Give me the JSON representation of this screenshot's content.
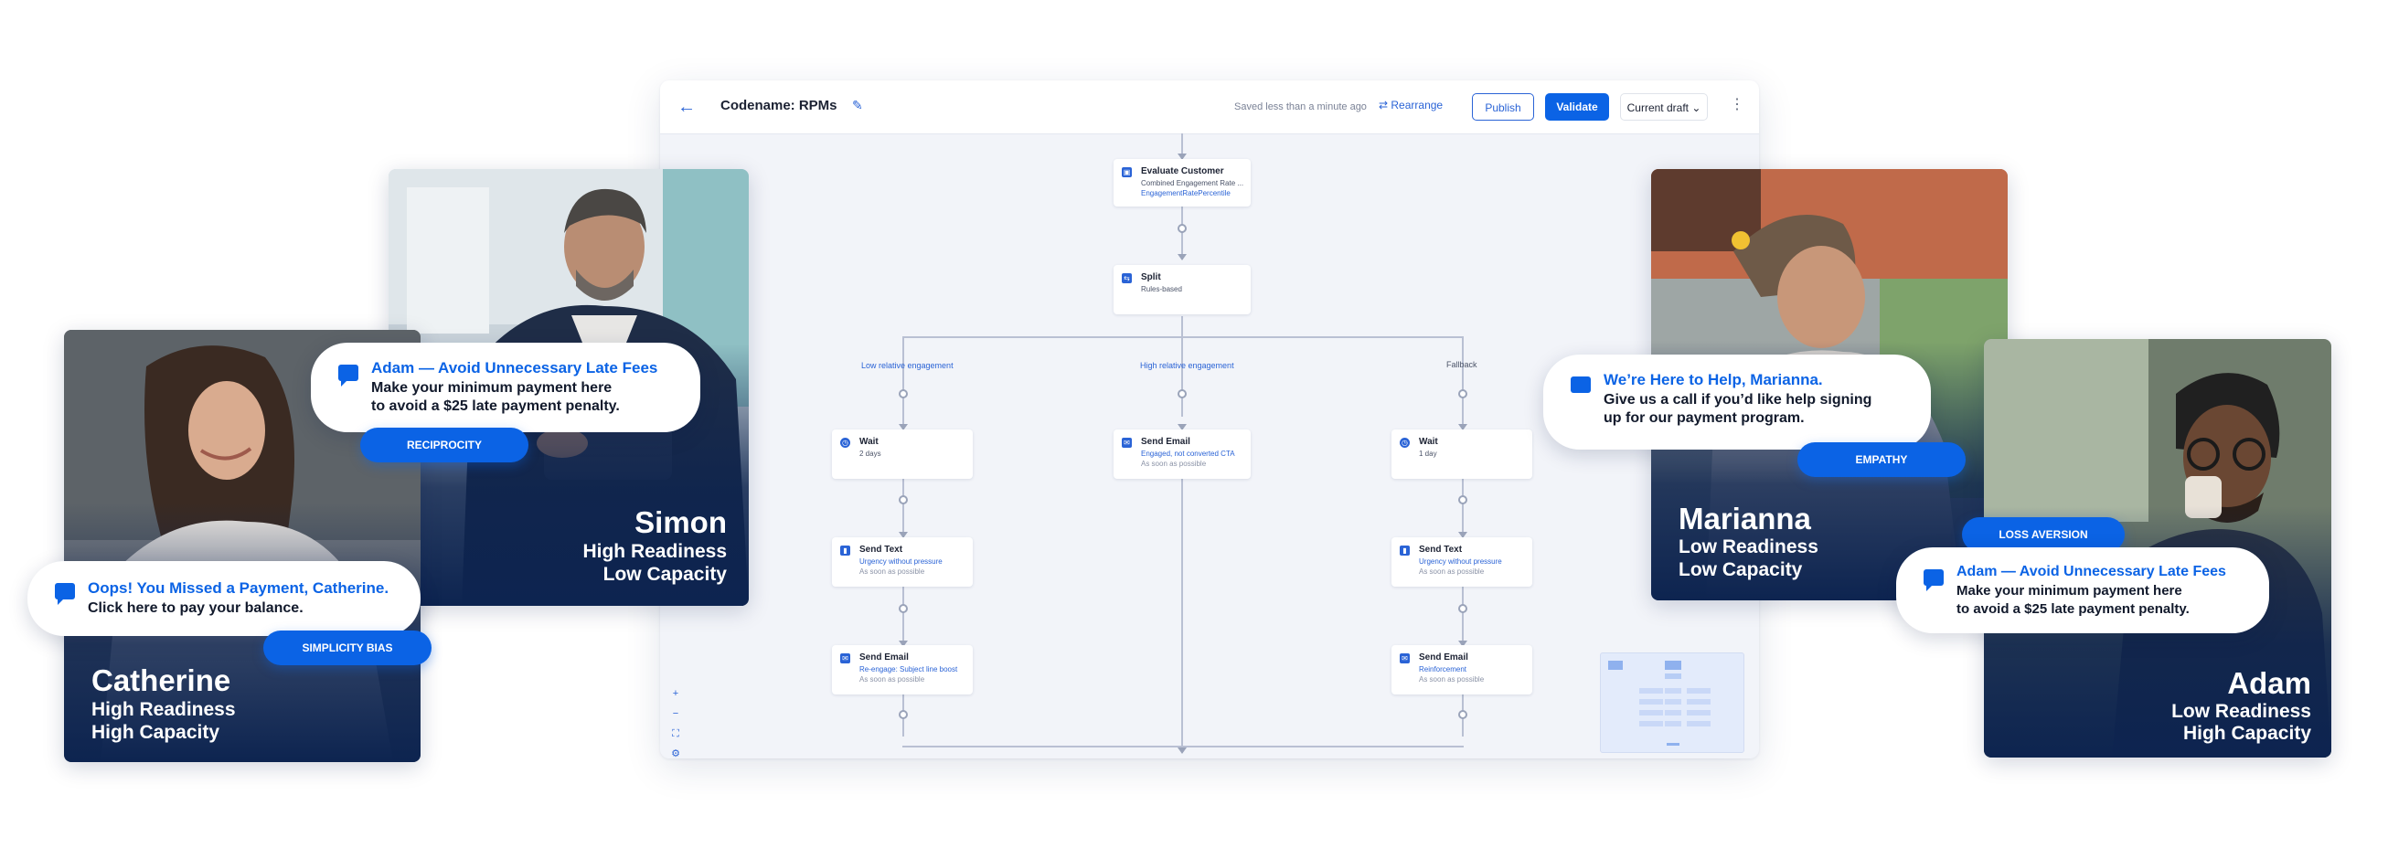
{
  "editor": {
    "back_icon": "arrow-left-icon",
    "title": "Codename: RPMs",
    "edit_icon": "pencil-icon",
    "saved_status": "Saved less than a minute ago",
    "rearrange_label": "Rearrange",
    "publish_label": "Publish",
    "validate_label": "Validate",
    "draft_select": "Current draft",
    "more_icon": "kebab-menu-icon",
    "zoom_controls": [
      "+",
      "−",
      "⛶",
      "⚙"
    ]
  },
  "flow": {
    "evaluate": {
      "title": "Evaluate Customer",
      "line1": "Combined Engagement Rate ...",
      "line2": "EngagementRatePercentile"
    },
    "split": {
      "title": "Split",
      "line1": "Rules-based"
    },
    "branches": {
      "left": "Low relative engagement",
      "middle": "High relative engagement",
      "right": "Fallback"
    },
    "left": [
      {
        "title": "Wait",
        "line1": "2 days"
      },
      {
        "title": "Send Text",
        "line1": "Urgency without pressure",
        "line2": "As soon as possible"
      },
      {
        "title": "Send Email",
        "line1": "Re-engage: Subject line boost",
        "line2": "As soon as possible"
      }
    ],
    "middle": {
      "title": "Send Email",
      "line1": "Engaged, not converted CTA",
      "line2": "As soon as possible"
    },
    "right": [
      {
        "title": "Wait",
        "line1": "1 day"
      },
      {
        "title": "Send Text",
        "line1": "Urgency without pressure",
        "line2": "As soon as possible"
      },
      {
        "title": "Send Email",
        "line1": "Reinforcement",
        "line2": "As soon as possible"
      }
    ]
  },
  "personas": {
    "catherine": {
      "name": "Catherine",
      "line1": "High Readiness",
      "line2": "High Capacity"
    },
    "simon": {
      "name": "Simon",
      "line1": "High Readiness",
      "line2": "Low Capacity"
    },
    "marianna": {
      "name": "Marianna",
      "line1": "Low Readiness",
      "line2": "Low Capacity"
    },
    "adam": {
      "name": "Adam",
      "line1": "Low Readiness",
      "line2": "High Capacity"
    }
  },
  "messages": {
    "simon": {
      "icon": "chat-bubble-icon",
      "title": "Adam — Avoid Unnecessary Late Fees",
      "line1": "Make your minimum payment here",
      "line2": "to avoid a $25 late payment penalty.",
      "tag": "RECIPROCITY"
    },
    "catherine": {
      "icon": "chat-bubble-icon",
      "title": "Oops! You Missed a Payment, Catherine.",
      "line1": "Click here to pay your balance.",
      "tag": "SIMPLICITY BIAS"
    },
    "marianna": {
      "icon": "envelope-icon",
      "title": "We’re Here to Help, Marianna.",
      "line1": "Give us a call if you’d like help signing",
      "line2": "up for our payment program.",
      "tag": "EMPATHY"
    },
    "adam": {
      "icon": "chat-bubble-icon",
      "title": "Adam — Avoid Unnecessary Late Fees",
      "line1": "Make your minimum payment here",
      "line2": "to avoid a $25 late payment penalty.",
      "tag": "LOSS AVERSION"
    }
  },
  "colors": {
    "brand_blue": "#0b63e5",
    "navy": "#0d2450",
    "canvas": "#f2f4f9"
  }
}
